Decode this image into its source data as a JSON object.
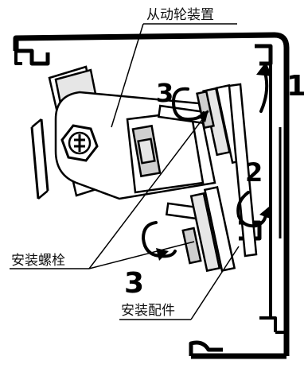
{
  "labels": {
    "driven_wheel": "从动轮装置",
    "mounting_bolt": "安装螺栓",
    "mounting_part": "安装配件"
  },
  "steps": {
    "step1": "1",
    "step2": "2",
    "step3_top": "3",
    "step3_bottom": "3"
  },
  "colors": {
    "line": "#000000",
    "fill_light": "#ffffff",
    "fill_mid": "#e6e6e6",
    "fill_dark": "#cfcfcf"
  }
}
